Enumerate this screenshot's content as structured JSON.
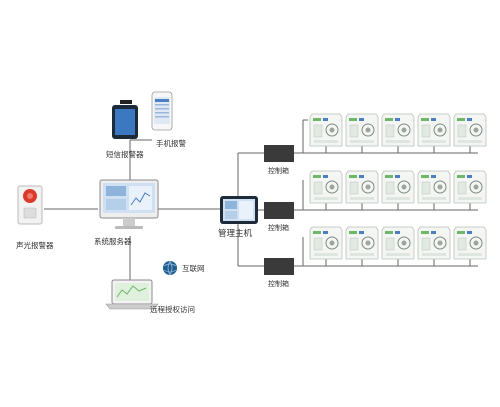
{
  "labels": {
    "sms_alarm": "短信报警器",
    "mobile_alarm": "手机报警",
    "sound_light_alarm": "声光报警器",
    "system_server": "系统服务器",
    "internet": "互联网",
    "remote_access": "远程授权访问",
    "main_host": "管理主机",
    "control_box_1": "控制箱",
    "control_box_2": "控制箱",
    "control_box_3": "控制箱"
  },
  "colors": {
    "line": "#666666",
    "control_box": "#3a3a3a",
    "alarm_red": "#d93a2b",
    "panel_green": "#6fb86a",
    "screen_blue": "#4a7fc1",
    "globe_blue": "#1f5d8f"
  },
  "field_devices": {
    "rows": 3,
    "per_row": 5
  }
}
